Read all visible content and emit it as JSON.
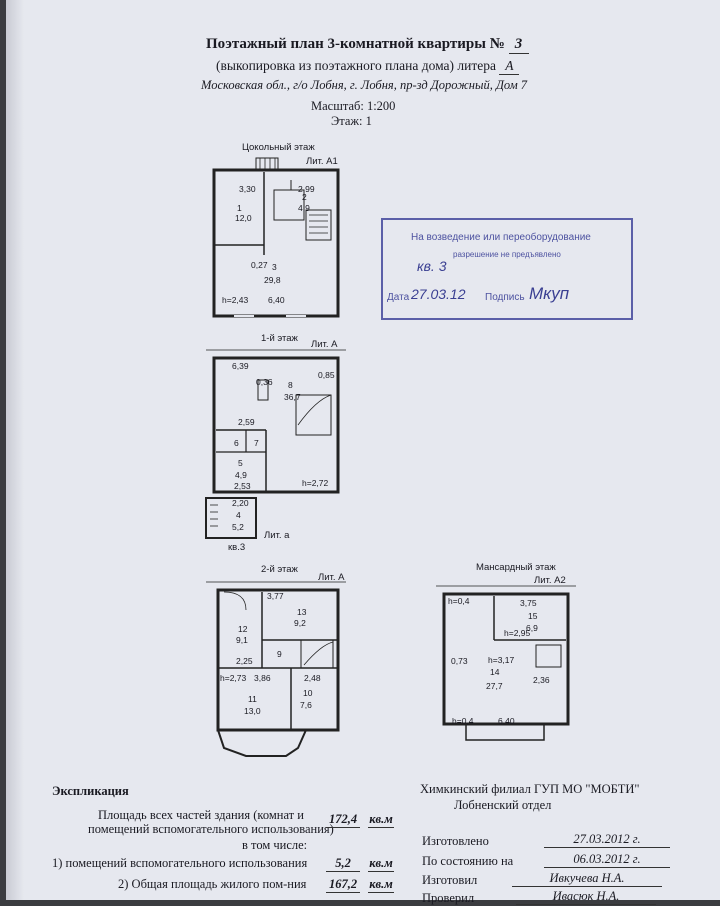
{
  "header": {
    "title_prefix": "Поэтажный план 3-комнатной квартиры №",
    "title_number": "3",
    "subtitle_prefix": "(выкопировка из поэтажного плана дома) литера",
    "subtitle_letter": "А",
    "address": "Московская обл., г/о Лобня, г. Лобня, пр-зд Дорожный, Дом 7",
    "scale": "Масштаб: 1:200",
    "floor": "Этаж: 1"
  },
  "plans": {
    "basement": {
      "title": "Цокольный этаж",
      "lit": "Лит. А1"
    },
    "first": {
      "title": "1-й этаж",
      "lit": "Лит. А"
    },
    "annex": {
      "lit": "Лит. а",
      "apt": "кв.3"
    },
    "second": {
      "title": "2-й этаж",
      "lit": "Лит. А"
    },
    "attic": {
      "title": "Мансардный этаж",
      "lit": "Лит. А2"
    }
  },
  "stamp": {
    "line1": "На возведение или переоборудование",
    "line2": "разрешение не предъявлено",
    "handwritten": "кв. 3",
    "date_label": "Дата",
    "date_value": "27.03.12",
    "sign_label": "Подпись",
    "signature": "Мкуп"
  },
  "explication": {
    "heading": "Экспликация",
    "total_label_1": "Площадь всех частей здания (комнат и",
    "total_label_2": "помещений вспомогательного использования)",
    "total_value": "172,4",
    "unit": "кв.м",
    "including": "в том числе:",
    "aux_label": "1) помещений вспомогательного использования",
    "aux_value": "5,2",
    "living_label": "2) Общая площадь жилого пом-ния",
    "living_value": "167,2"
  },
  "bureau": {
    "org": "Химкинский филиал ГУП МО \"МОБТИ\"",
    "dept": "Лобненский отдел",
    "made_label": "Изготовлено",
    "made_value": "27.03.2012 г.",
    "state_label": "По состоянию на",
    "state_value": "06.03.2012 г.",
    "maker_label": "Изготовил",
    "maker_value": "Ивкучева Н.А.",
    "checker_label": "Проверил",
    "checker_value": "Ивасюк Н.А."
  }
}
